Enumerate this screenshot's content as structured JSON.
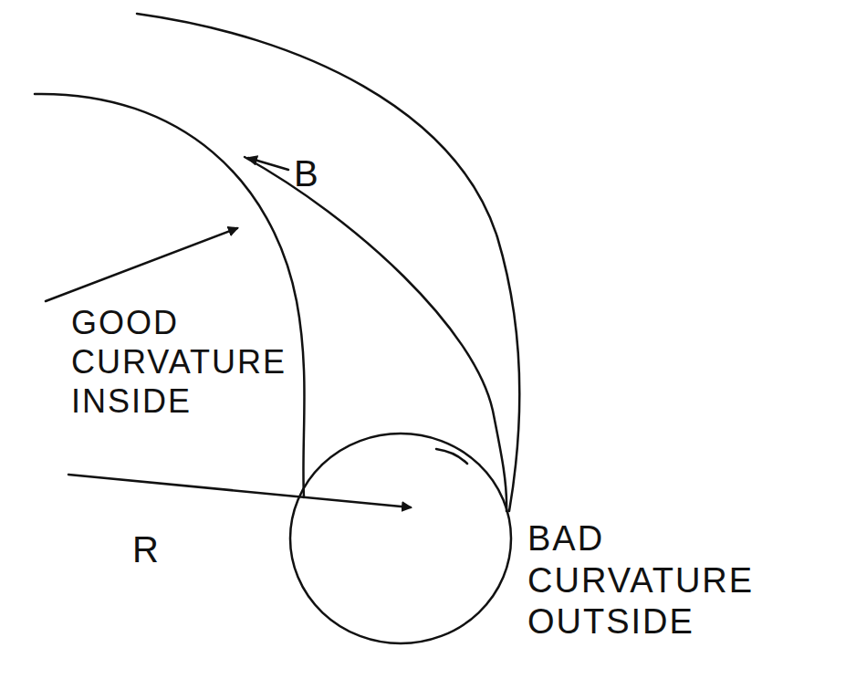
{
  "diagram": {
    "labels": [
      "B",
      "GOOD CURVATURE INSIDE",
      "R",
      "BAD CURVATURE OUTSIDE"
    ]
  }
}
